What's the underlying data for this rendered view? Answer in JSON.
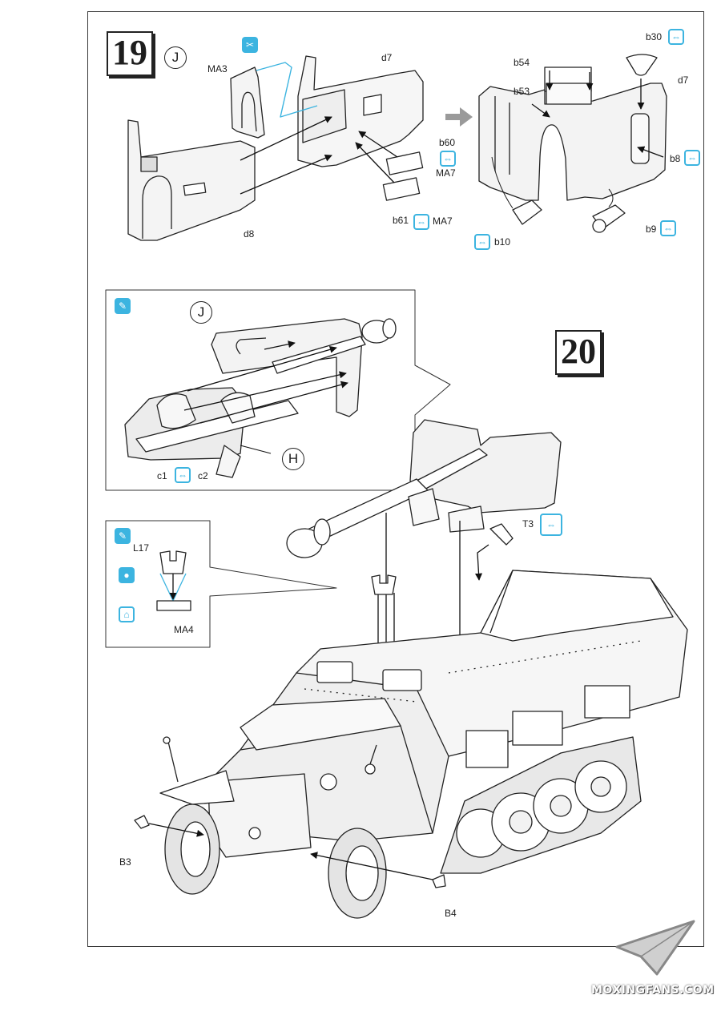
{
  "steps": {
    "step19": "19",
    "step20": "20"
  },
  "subassemblies": {
    "j": "J",
    "h": "H"
  },
  "step19_left": {
    "ma3": "MA3",
    "d7": "d7",
    "d8": "d8",
    "b60": "b60",
    "ma7_a": "MA7",
    "b61": "b61",
    "ma7_b": "MA7"
  },
  "step19_right": {
    "b30": "b30",
    "b54": "b54",
    "b53": "b53",
    "d7": "d7",
    "b8": "b8",
    "b10": "b10",
    "b9": "b9"
  },
  "gun_inset": {
    "c1": "c1",
    "c2": "c2"
  },
  "small_inset": {
    "l17": "L17",
    "ma4": "MA4"
  },
  "step20_parts": {
    "t3": "T3",
    "b3": "B3",
    "b4": "B4"
  },
  "watermark": {
    "text": "MOXINGFANS.COM"
  },
  "icons": [
    "photo-etch-icon",
    "flip-over-icon",
    "paint-brush-icon",
    "glue-drop-icon",
    "fold-up-icon"
  ],
  "colors": {
    "accent": "#3cb4e0",
    "line": "#222222",
    "metal": "#e4e4e4"
  }
}
